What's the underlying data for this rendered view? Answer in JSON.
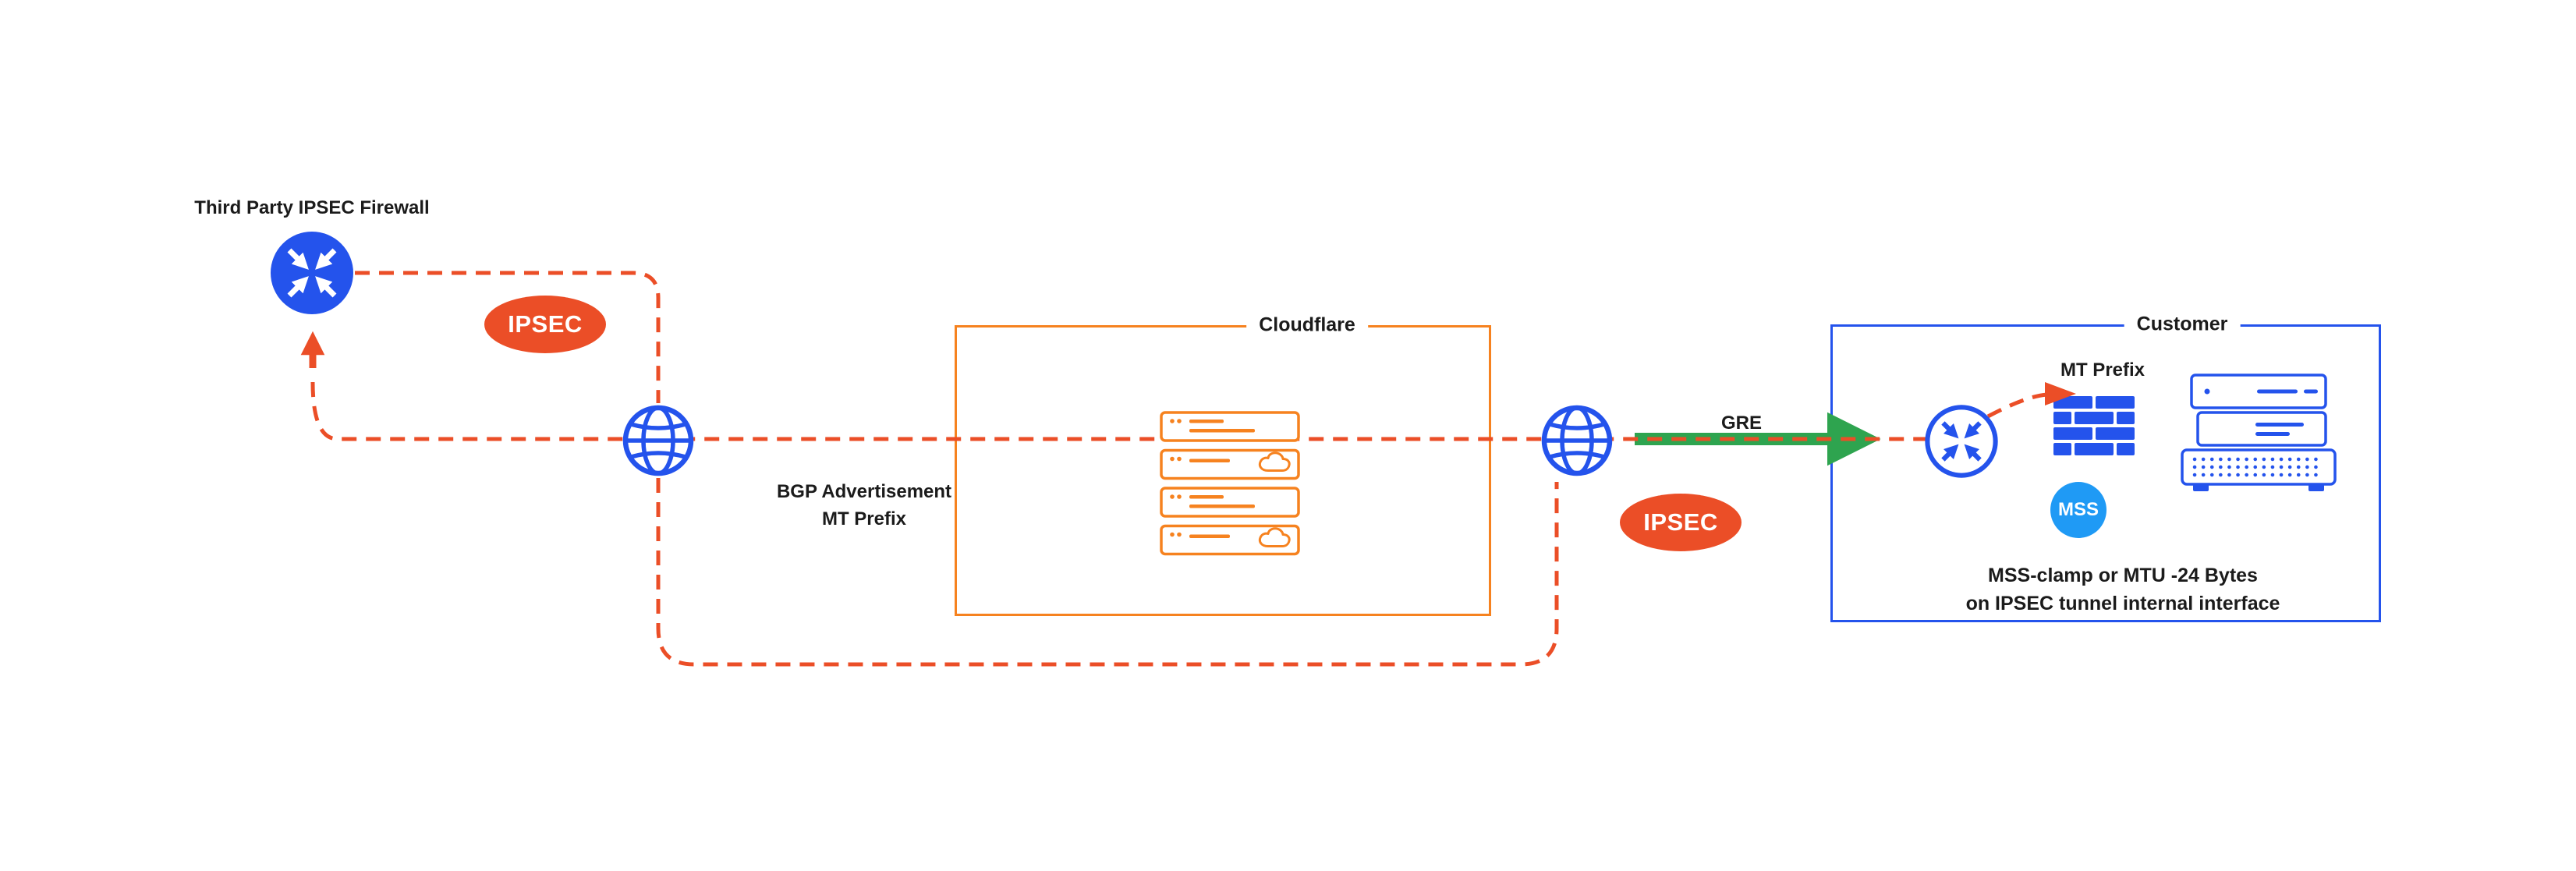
{
  "colors": {
    "orange": "#F6821F",
    "blue": "#2453EC",
    "red": "#EB4E27",
    "green": "#2EA44F",
    "mssblue": "#1F9AF5",
    "ink": "#1B1B1B"
  },
  "labels": {
    "third_party_firewall": "Third Party IPSEC Firewall",
    "ipsec_left": "IPSEC",
    "ipsec_right": "IPSEC",
    "bgp_line1": "BGP Advertisement",
    "bgp_line2": "MT Prefix",
    "cloudflare": "Cloudflare",
    "customer": "Customer",
    "gre": "GRE",
    "mt_prefix": "MT Prefix",
    "mss": "MSS",
    "mss_note_line1": "MSS-clamp or MTU -24 Bytes",
    "mss_note_line2": "on IPSEC tunnel internal interface"
  },
  "icons": {
    "third_party_firewall": "router-inbound-arrows-icon",
    "internet_left": "globe-icon",
    "internet_right": "globe-icon",
    "customer_router": "router-inbound-arrows-icon",
    "firewall_bricks": "brick-wall-icon",
    "cloudflare_servers": "server-stack-icon",
    "customer_servers": "server-rack-icon",
    "cloud": "cloud-icon"
  }
}
